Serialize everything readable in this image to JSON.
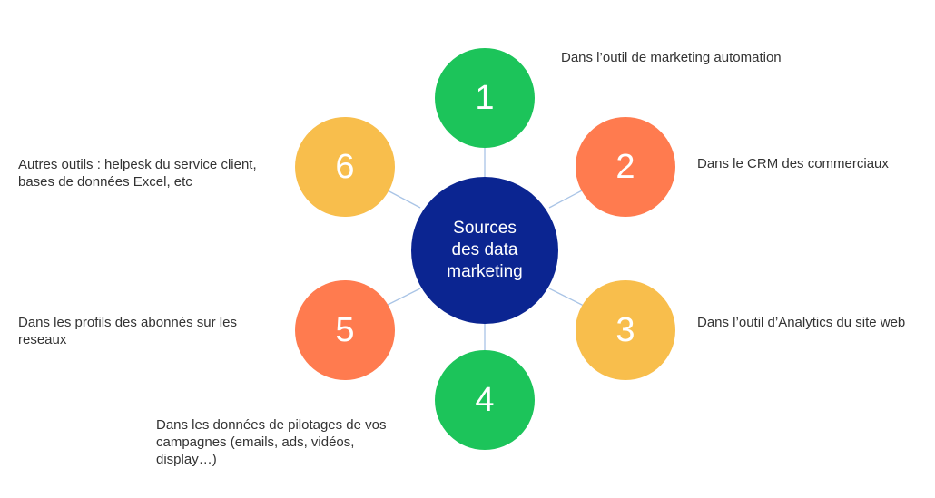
{
  "center": {
    "lines": [
      "Sources",
      "des data",
      "marketing"
    ],
    "color": "#0b2591"
  },
  "nodes": [
    {
      "number": "1",
      "color": "#1cc45a",
      "caption": [
        "Dans l’outil de marketing automation"
      ]
    },
    {
      "number": "2",
      "color": "#ff7b4f",
      "caption": [
        "Dans le CRM des commerciaux"
      ]
    },
    {
      "number": "3",
      "color": "#f8be4c",
      "caption": [
        "Dans l’outil d’Analytics du site web"
      ]
    },
    {
      "number": "4",
      "color": "#1cc45a",
      "caption": [
        "Dans les données de pilotages de vos",
        "campagnes (emails, ads, vidéos,",
        "display…)"
      ]
    },
    {
      "number": "5",
      "color": "#ff7b4f",
      "caption": [
        "Dans les profils des abonnés sur les",
        "reseaux"
      ]
    },
    {
      "number": "6",
      "color": "#f8be4c",
      "caption": [
        "Autres outils : helpesk du service client,",
        "bases de données Excel, etc"
      ]
    }
  ],
  "connector_color": "#a9c4e6"
}
